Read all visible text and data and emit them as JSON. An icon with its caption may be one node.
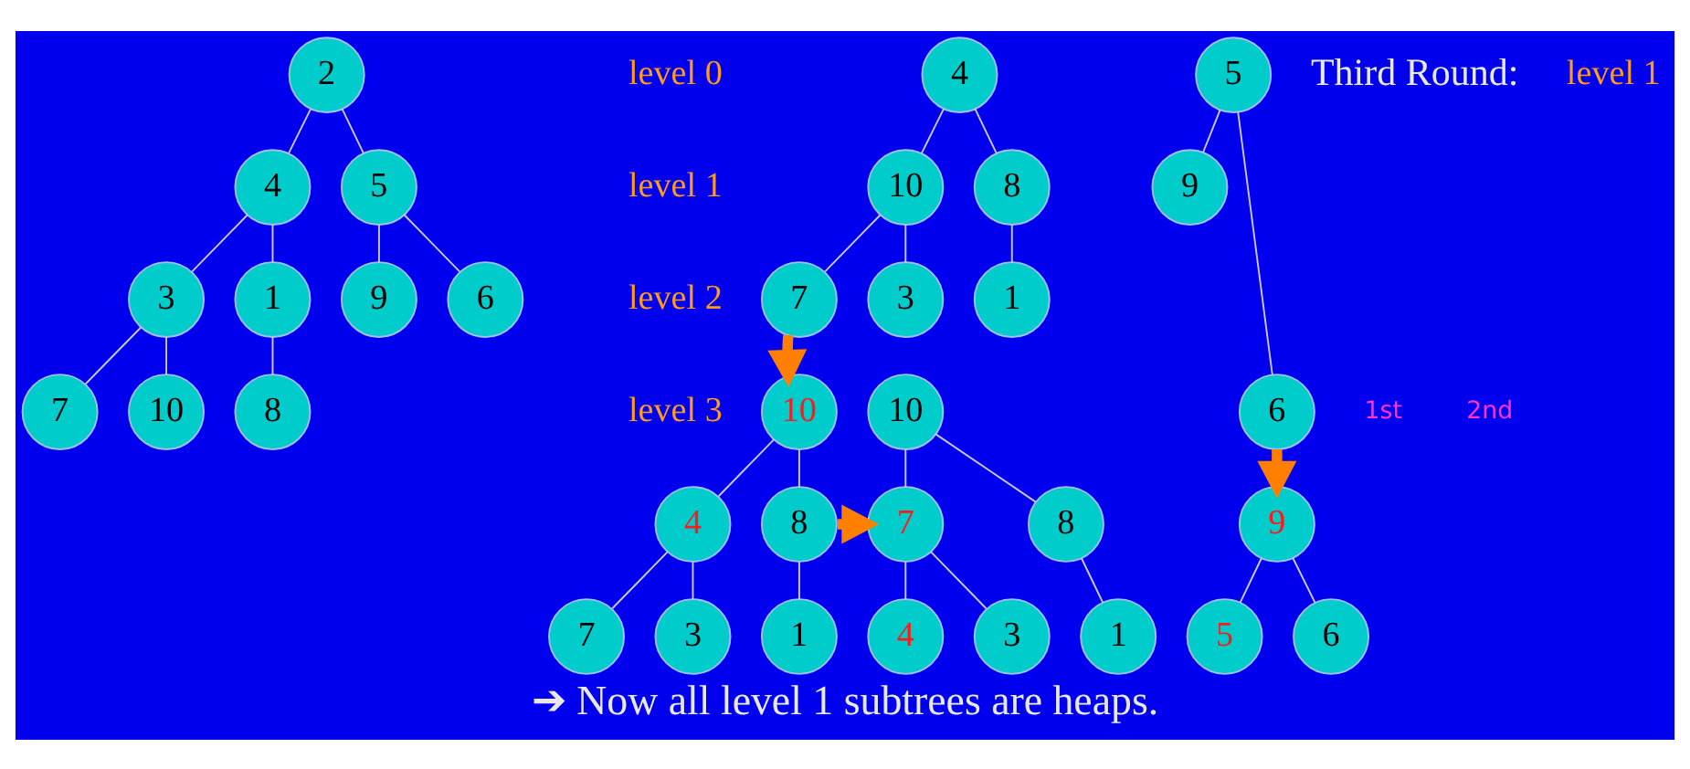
{
  "diagram": {
    "caption": "➔ Now all level 1 subtrees are heaps.",
    "nodes": [
      {
        "text": [
          "2"
        ]
      },
      {
        "text": [
          "4"
        ]
      },
      {
        "text": [
          "5"
        ]
      },
      {
        "text": [
          "3"
        ]
      },
      {
        "text": [
          "1"
        ]
      },
      {
        "text": [
          "9"
        ]
      },
      {
        "text": [
          "6"
        ]
      },
      {
        "text": [
          "7"
        ]
      },
      {
        "text": [
          "10"
        ]
      },
      {
        "text": [
          "8"
        ]
      },
      {
        "text": [
          "4"
        ]
      },
      {
        "text": [
          "10"
        ]
      },
      {
        "text": [
          "8"
        ]
      },
      {
        "text": [
          "7"
        ]
      },
      {
        "text": [
          "3"
        ]
      },
      {
        "text": [
          "1"
        ]
      },
      {
        "text": [
          "5"
        ]
      },
      {
        "text": [
          "9"
        ]
      },
      {
        "text": [
          "6"
        ]
      },
      {
        "text": [
          "10"
        ]
      },
      {
        "text": [
          "4"
        ]
      },
      {
        "text": [
          "8"
        ]
      },
      {
        "text": [
          "7"
        ]
      },
      {
        "text": [
          "3"
        ]
      },
      {
        "text": [
          "1"
        ]
      },
      {
        "text": [
          "10"
        ]
      },
      {
        "text": [
          "7"
        ]
      },
      {
        "text": [
          "8"
        ]
      },
      {
        "text": [
          "4"
        ]
      },
      {
        "text": [
          "3"
        ]
      },
      {
        "text": [
          "1"
        ]
      },
      {
        "text": [
          "9"
        ]
      },
      {
        "text": [
          "5"
        ]
      },
      {
        "text": [
          "6"
        ]
      }
    ],
    "edges": [
      {
        "from": 0,
        "to": 1,
        "arrow": "none"
      },
      {
        "from": 0,
        "to": 2,
        "arrow": "none"
      },
      {
        "from": 1,
        "to": 3,
        "arrow": "none"
      },
      {
        "from": 1,
        "to": 4,
        "arrow": "none"
      },
      {
        "from": 2,
        "to": 5,
        "arrow": "none"
      },
      {
        "from": 2,
        "to": 6,
        "arrow": "none"
      },
      {
        "from": 3,
        "to": 7,
        "arrow": "none"
      },
      {
        "from": 3,
        "to": 8,
        "arrow": "none"
      },
      {
        "from": 4,
        "to": 9,
        "arrow": "none"
      },
      {
        "from": 10,
        "to": 11,
        "arrow": "none"
      },
      {
        "from": 10,
        "to": 12,
        "arrow": "none"
      },
      {
        "from": 11,
        "to": 13,
        "arrow": "none"
      },
      {
        "from": 11,
        "to": 14,
        "arrow": "none"
      },
      {
        "from": 12,
        "to": 15,
        "arrow": "none"
      },
      {
        "from": 16,
        "to": 17,
        "arrow": "none"
      },
      {
        "from": 16,
        "to": 18,
        "arrow": "none"
      },
      {
        "from": 13,
        "to": 19,
        "arrow": "to",
        "style": "thick",
        "color": "#ff8000"
      },
      {
        "from": 19,
        "to": 20,
        "arrow": "none"
      },
      {
        "from": 19,
        "to": 21,
        "arrow": "none"
      },
      {
        "from": 20,
        "to": 22,
        "arrow": "none"
      },
      {
        "from": 20,
        "to": 23,
        "arrow": "none"
      },
      {
        "from": 21,
        "to": 24,
        "arrow": "none"
      },
      {
        "from": 21,
        "to": 26,
        "arrow": "to",
        "style": "thick",
        "color": "#ff8000"
      },
      {
        "from": 25,
        "to": 26,
        "arrow": "none"
      },
      {
        "from": 25,
        "to": 27,
        "arrow": "none"
      },
      {
        "from": 26,
        "to": 28,
        "arrow": "none"
      },
      {
        "from": 26,
        "to": 29,
        "arrow": "none"
      },
      {
        "from": 27,
        "to": 30,
        "arrow": "none"
      },
      {
        "from": 18,
        "to": 31,
        "arrow": "to",
        "style": "thick",
        "color": "#ff8000"
      },
      {
        "from": 31,
        "to": 32,
        "arrow": "none"
      },
      {
        "from": 31,
        "to": 33,
        "arrow": "none"
      }
    ],
    "labels": [
      "level 0",
      "Third Round:",
      "level 1",
      "level 1",
      "level 2",
      "level 3",
      "1st",
      "2nd"
    ]
  }
}
